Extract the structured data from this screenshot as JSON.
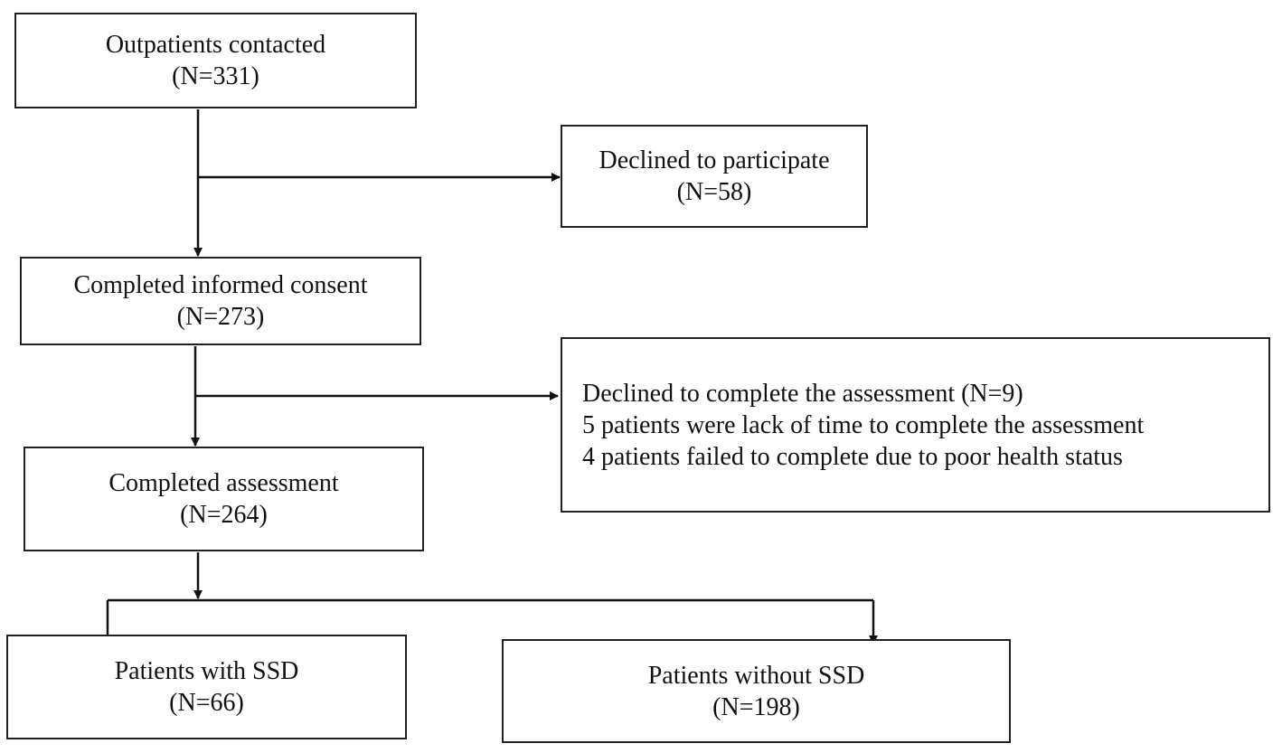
{
  "boxes": {
    "contacted": {
      "line1": "Outpatients contacted",
      "line2": "(N=331)"
    },
    "declined_participate": {
      "line1": "Declined to participate",
      "line2": "(N=58)"
    },
    "consent": {
      "line1": "Completed informed consent",
      "line2": "(N=273)"
    },
    "declined_assessment": {
      "line1": "Declined to complete the assessment (N=9)",
      "line2": "5 patients were lack of time to complete the assessment",
      "line3": "4 patients failed to complete due to poor health status"
    },
    "assessment": {
      "line1": "Completed assessment",
      "line2": "(N=264)"
    },
    "with_ssd": {
      "line1": "Patients with SSD",
      "line2": "(N=66)"
    },
    "without_ssd": {
      "line1": "Patients without SSD",
      "line2": "(N=198)"
    }
  },
  "colors": {
    "line": "#111111",
    "border": "#222222"
  }
}
